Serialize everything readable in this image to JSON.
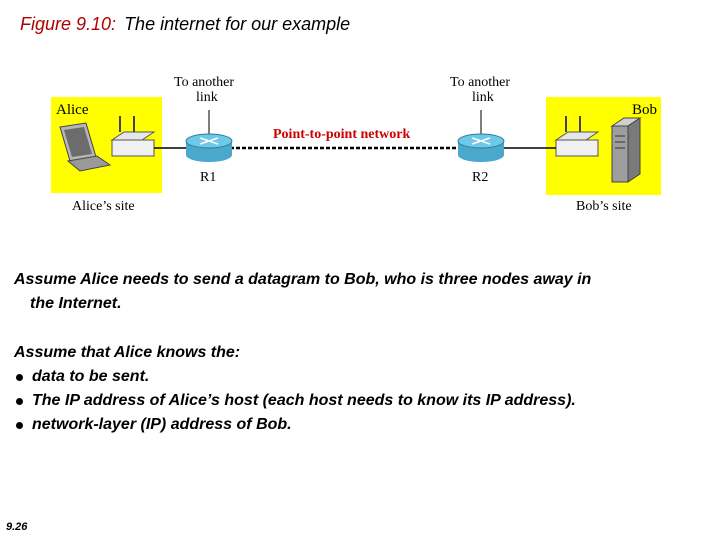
{
  "title": {
    "label": "Figure 9.10:",
    "caption": "The internet for our example"
  },
  "diagram": {
    "alice_label": "Alice",
    "bob_label": "Bob",
    "alice_site": "Alice’s site",
    "bob_site": "Bob’s site",
    "link_left": [
      "To another",
      "link"
    ],
    "link_right": [
      "To another",
      "link"
    ],
    "network_label": "Point-to-point network",
    "r1": "R1",
    "r2": "R2",
    "colors": {
      "site_bg": "#ffff00",
      "network_label": "#cc0000",
      "router": "#6ec8e8"
    }
  },
  "body": {
    "para1": [
      "Assume Alice needs to send a datagram to Bob, who is three nodes away in",
      "the Internet."
    ],
    "para2_lead": "Assume that Alice knows the:",
    "bullets": [
      "data to be sent.",
      "The  IP address of Alice’s host (each host needs to know its IP address).",
      "network-layer (IP) address of Bob."
    ]
  },
  "slide_number": "9.26"
}
